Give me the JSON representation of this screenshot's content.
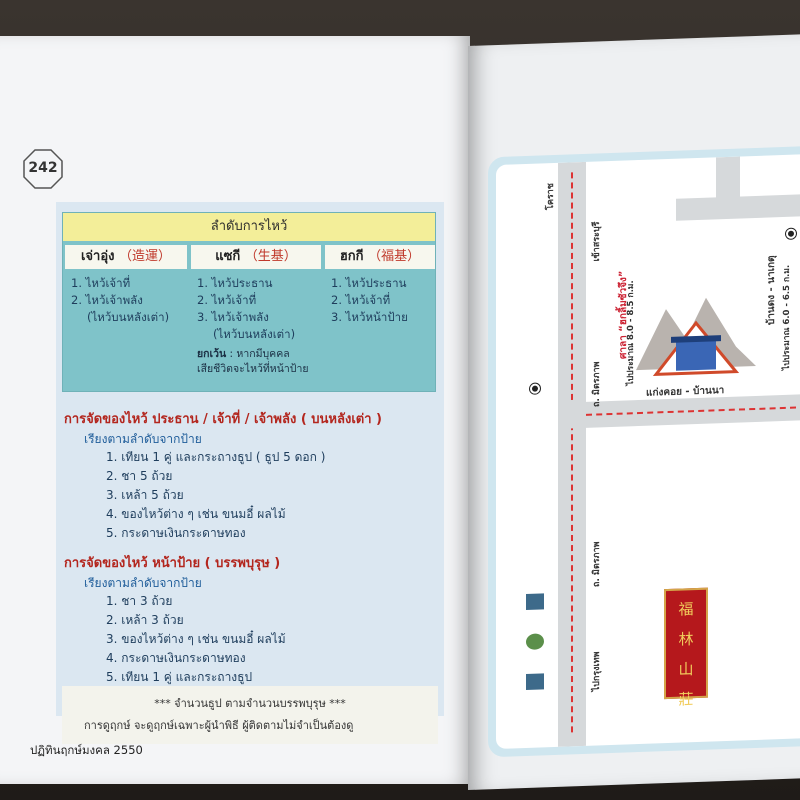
{
  "page": {
    "number": "242",
    "footer": "ปฏิทินฤกษ์มงคล 2550"
  },
  "order": {
    "title": "ลำดับการไหว้",
    "columns": [
      {
        "name": "เจ่าอุ่ง",
        "chinese": "（造運）",
        "items": [
          "1. ไหว้เจ้าที่",
          "2. ไหว้เจ้าพลัง"
        ],
        "sub": "(ไหว้บนหลังเต่า)"
      },
      {
        "name": "แซกี",
        "chinese": "（生基）",
        "items": [
          "1. ไหว้ประธาน",
          "2. ไหว้เจ้าที่",
          "3. ไหว้เจ้าพลัง"
        ],
        "sub": "(ไหว้บนหลังเต่า)",
        "except_label": "ยกเว้น",
        "except_text_1": ": หากมีบุคคล",
        "except_text_2": "เสียชีวิตจะไหว้ที่หน้าป้าย"
      },
      {
        "name": "ฮกกี",
        "chinese": "（福基）",
        "items": [
          "1. ไหว้ประธาน",
          "2. ไหว้เจ้าที่",
          "3. ไหว้หน้าป้าย"
        ]
      }
    ]
  },
  "section1": {
    "title": "การจัดของไหว้ ประธาน / เจ้าที่ / เจ้าพลัง ( บนหลังเต่า )",
    "subtitle": "เรียงตามลำดับจากป้าย",
    "items": [
      "1. เทียน 1 คู่ และกระถางธูป ( ธูป 5 ดอก )",
      "2. ชา 5 ถ้วย",
      "3. เหล้า 5 ถ้วย",
      "4. ของไหว้ต่าง ๆ  เช่น ขนมอี๋ ผลไม้",
      "5. กระดาษเงินกระดาษทอง"
    ]
  },
  "section2": {
    "title": "การจัดของไหว้ หน้าป้าย ( บรรพบุรุษ )",
    "subtitle": "เรียงตามลำดับจากป้าย",
    "items": [
      "1. ชา 3 ถ้วย",
      "2. เหล้า 3 ถ้วย",
      "3. ของไหว้ต่าง ๆ  เช่น ขนมอี๋ ผลไม้",
      "4. กระดาษเงินกระดาษทอง",
      "5. เทียน 1 คู่ และกระถางธูป"
    ]
  },
  "note": {
    "line1": "*** จำนวนธูป ตามจำนวนบรรพบุรุษ ***",
    "line2": "การดูฤกษ์   จะดูฤกษ์เฉพาะผู้นำพิธี  ผู้ติดตามไม่จำเป็นต้องดู"
  },
  "map": {
    "road_kaengkhoi": "แก่งคอย - บ้านนา",
    "road_mittraphap_1": "ถ. มิตรภาพ",
    "road_mittraphap_2": "ถ. มิตรภาพ",
    "saraburi": "เข้าสระบุรี",
    "korat": "โคราช",
    "bangkok": "ไปกรุงเทพ",
    "shrine_label": "ศาลา “ฮกลิ้มซัวจึง”",
    "ban_label": "บ้านดง - นาเกตุ",
    "km_1": "ไปประมาณ 8.0 - 8.5 ก.ม.",
    "km_2": "ไปประมาณ 6.0 - 6.5 ก.ม.",
    "sign_text": [
      "福",
      "林",
      "山",
      "莊"
    ]
  },
  "colors": {
    "panel_bg": "#dbe7f1",
    "order_box": "#7fc3c9",
    "order_title_bg": "#f3ee99",
    "section_title": "#b3261e",
    "sub_title": "#1f5d9a",
    "sign_red": "#b5181c"
  }
}
